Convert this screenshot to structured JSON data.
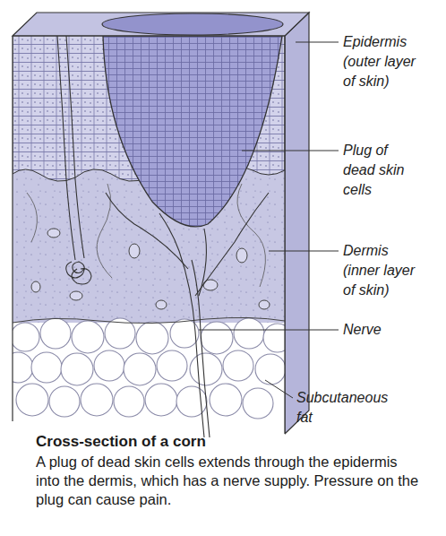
{
  "diagram": {
    "title": "Cross-section of a corn",
    "caption": "A plug of dead skin cells extends through the epidermis into the dermis, which has a nerve supply. Pressure on the plug can cause pain.",
    "labels": [
      "Epidermis (outer layer of skin)",
      "Plug of dead skin cells",
      "Dermis (inner layer of skin)",
      "Nerve",
      "Subcutaneous fat"
    ]
  }
}
